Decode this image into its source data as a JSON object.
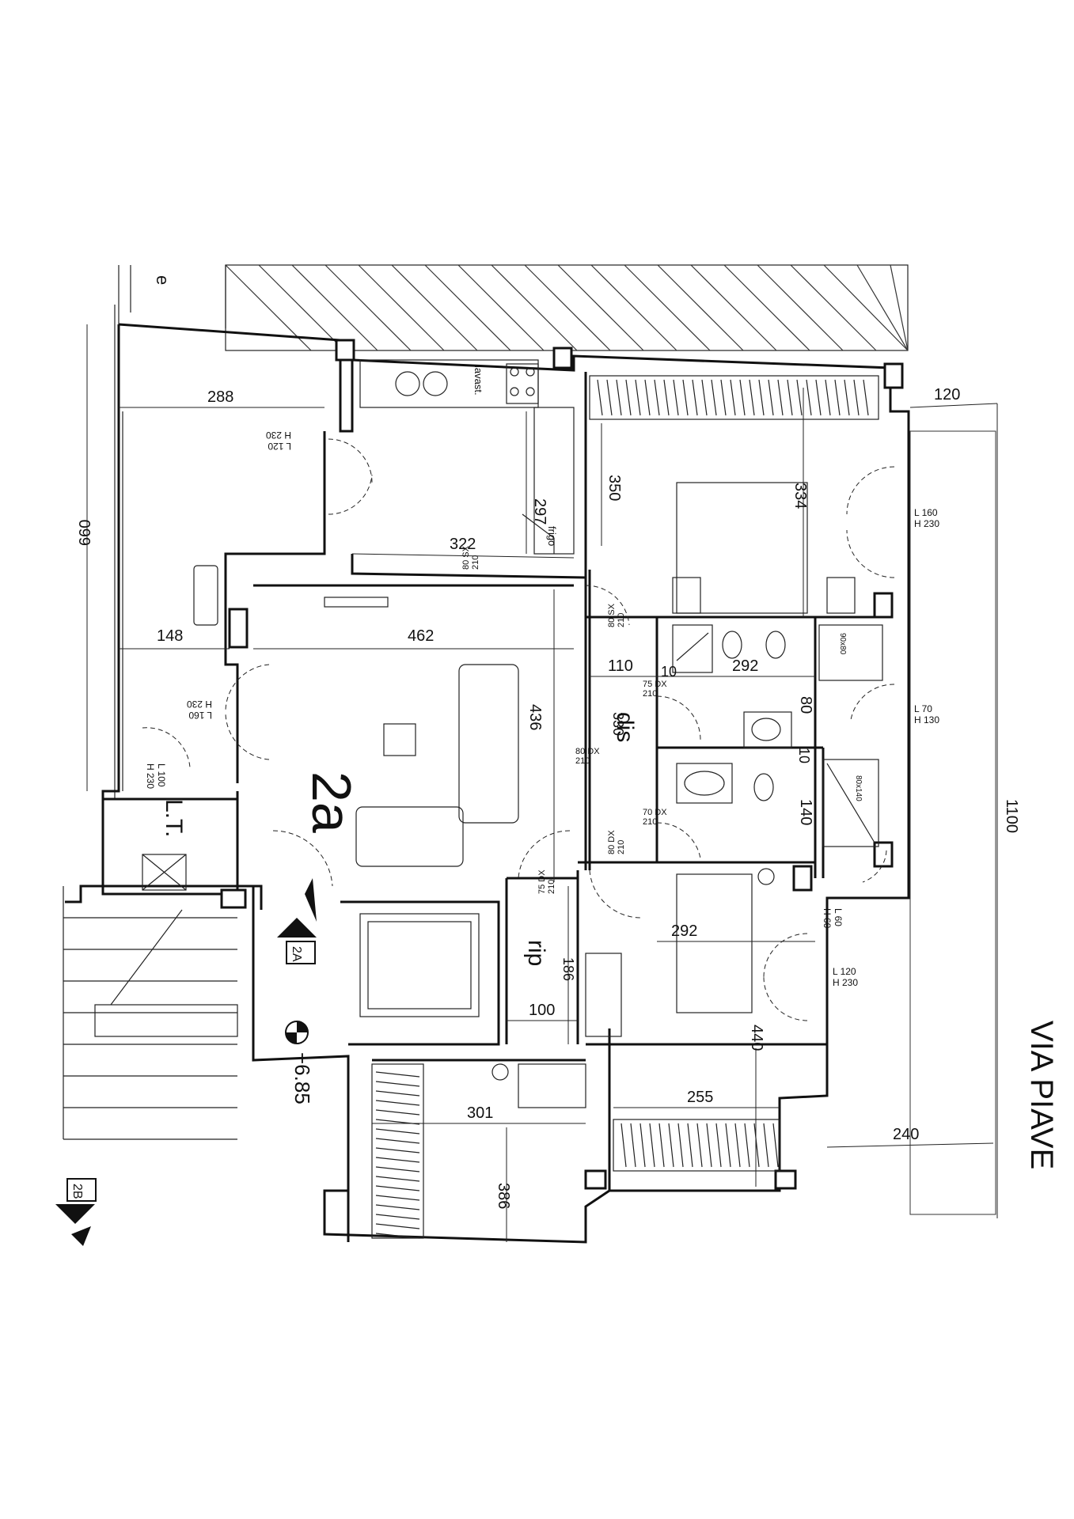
{
  "plan": {
    "unit_label": "2a",
    "street": "VIA PIAVE",
    "elevation": "+6.85",
    "corner_mark": "e",
    "section_a": "2A",
    "section_b": "2B",
    "rooms": {
      "stair_core": "L.T.",
      "hallway": "dis",
      "storage": "rip"
    },
    "fixtures": {
      "dishwasher": "lavast.",
      "fridge": "frigo",
      "shower_1": "90x80",
      "shower_2": "80x140"
    },
    "dimensions": {
      "d288": "288",
      "d660": "660",
      "d148": "148",
      "d462": "462",
      "d322": "322",
      "d297": "297",
      "d350": "350",
      "d334": "334",
      "d120": "120",
      "d110": "110",
      "d292a": "292",
      "d436": "436",
      "d330": "330",
      "d80": "80",
      "d140": "140",
      "d292b": "292",
      "d186": "186",
      "d100": "100",
      "d440": "440",
      "d255": "255",
      "d301": "301",
      "d386": "386",
      "d240": "240",
      "d1100": "1100",
      "d10a": "10",
      "d10b": "10"
    },
    "openings": {
      "w_kitchen": [
        "L 120",
        "H 230"
      ],
      "w_living": [
        "L 160",
        "H 230"
      ],
      "w_stair": [
        "L 100",
        "H 230"
      ],
      "w_master": [
        "L 160",
        "H 230"
      ],
      "w_bath1": [
        "L 70",
        "H 130"
      ],
      "w_bath2": [
        "L 60",
        "H 60"
      ],
      "w_bed2": [
        "L 120",
        "H 230"
      ]
    },
    "doors": {
      "kitchen": [
        "80 SX",
        "210"
      ],
      "master": [
        "80 SX",
        "210"
      ],
      "bath1": [
        "75 DX",
        "210"
      ],
      "living": [
        "80 DX",
        "210"
      ],
      "bath2": [
        "70 DX",
        "210"
      ],
      "bed2": [
        "80 DX",
        "210"
      ],
      "storage": [
        "75 DX",
        "210"
      ]
    }
  }
}
